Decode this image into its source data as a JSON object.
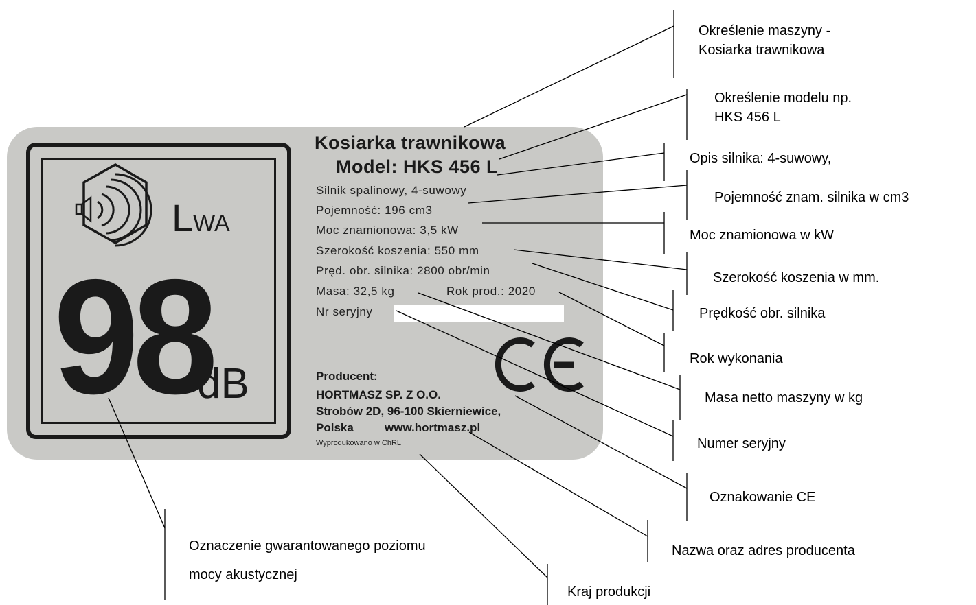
{
  "plate": {
    "noise_symbol": "LWA",
    "noise_symbol_big": "L",
    "noise_symbol_small": "WA",
    "noise_value": "98",
    "noise_unit": "dB",
    "title": "Kosiarka trawnikowa",
    "model": "Model: HKS 456 L",
    "specs": [
      "Silnik spalinowy, 4-suwowy",
      "Pojemność: 196 cm3",
      "Moc znamionowa: 3,5 kW",
      "Szerokość koszenia: 550 mm",
      "Pręd. obr. silnika: 2800 obr/min"
    ],
    "mass": "Masa: 32,5 kg",
    "year": "Rok prod.: 2020",
    "serial_label": "Nr seryjny",
    "ce_mark": "CE",
    "producer_label": "Producent:",
    "producer_name": "HORTMASZ SP. Z O.O.",
    "producer_address": "Strobów 2D, 96-100 Skierniewice,",
    "producer_country": "Polska",
    "producer_web": "www.hortmasz.pl",
    "made_in": "Wyprodukowano w ChRL",
    "icons": [
      "speaker-hexagon-icon",
      "ce-mark-icon"
    ],
    "colors": {
      "plate": "#c9c9c6",
      "ink": "#1a1a1a",
      "serial_field": "#ffffff"
    }
  },
  "annotations": {
    "machine_line1": "Określenie maszyny -",
    "machine_line2": "Kosiarka trawnikowa",
    "model_line1": "Określenie modelu np.",
    "model_line2": "HKS 456 L",
    "engine": "Opis silnika: 4-suwowy,",
    "capacity": "Pojemność znam. silnika w cm3",
    "power": "Moc znamionowa w kW",
    "cutting": "Szerokość koszenia w mm.",
    "speed": "Prędkość obr. silnika",
    "year": "Rok wykonania",
    "mass": "Masa netto maszyny w kg",
    "serial": "Numer seryjny",
    "ce": "Oznakowanie CE",
    "producer": "Nazwa oraz adres producenta",
    "noise_line1": "Oznaczenie gwarantowanego poziomu",
    "noise_line2": "mocy akustycznej",
    "country": "Kraj produkcji"
  }
}
